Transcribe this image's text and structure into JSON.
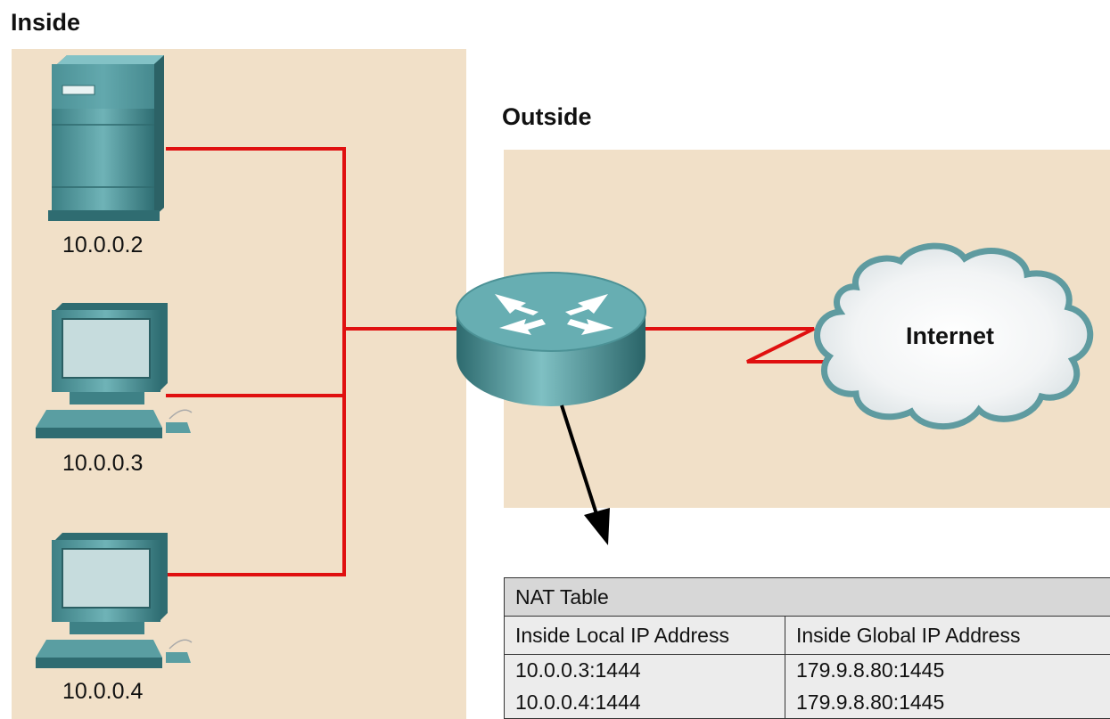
{
  "inside_label": "Inside",
  "outside_label": "Outside",
  "hosts": [
    {
      "ip": "10.0.0.2",
      "icon": "server-icon"
    },
    {
      "ip": "10.0.0.3",
      "icon": "workstation-icon"
    },
    {
      "ip": "10.0.0.4",
      "icon": "workstation-icon"
    }
  ],
  "router_icon": "router-icon",
  "internet_label": "Internet",
  "colors": {
    "zone": "#f1e0c8",
    "link": "#e01010",
    "device": "#4b9297",
    "table_header": "#d7d7d7",
    "table_body": "#ececec"
  },
  "nat_table": {
    "title": "NAT Table",
    "headers": [
      "Inside Local IP Address",
      "Inside Global IP Address"
    ],
    "rows": [
      [
        "10.0.0.3:1444",
        "179.9.8.80:1445"
      ],
      [
        "10.0.0.4:1444",
        "179.9.8.80:1445"
      ]
    ]
  }
}
